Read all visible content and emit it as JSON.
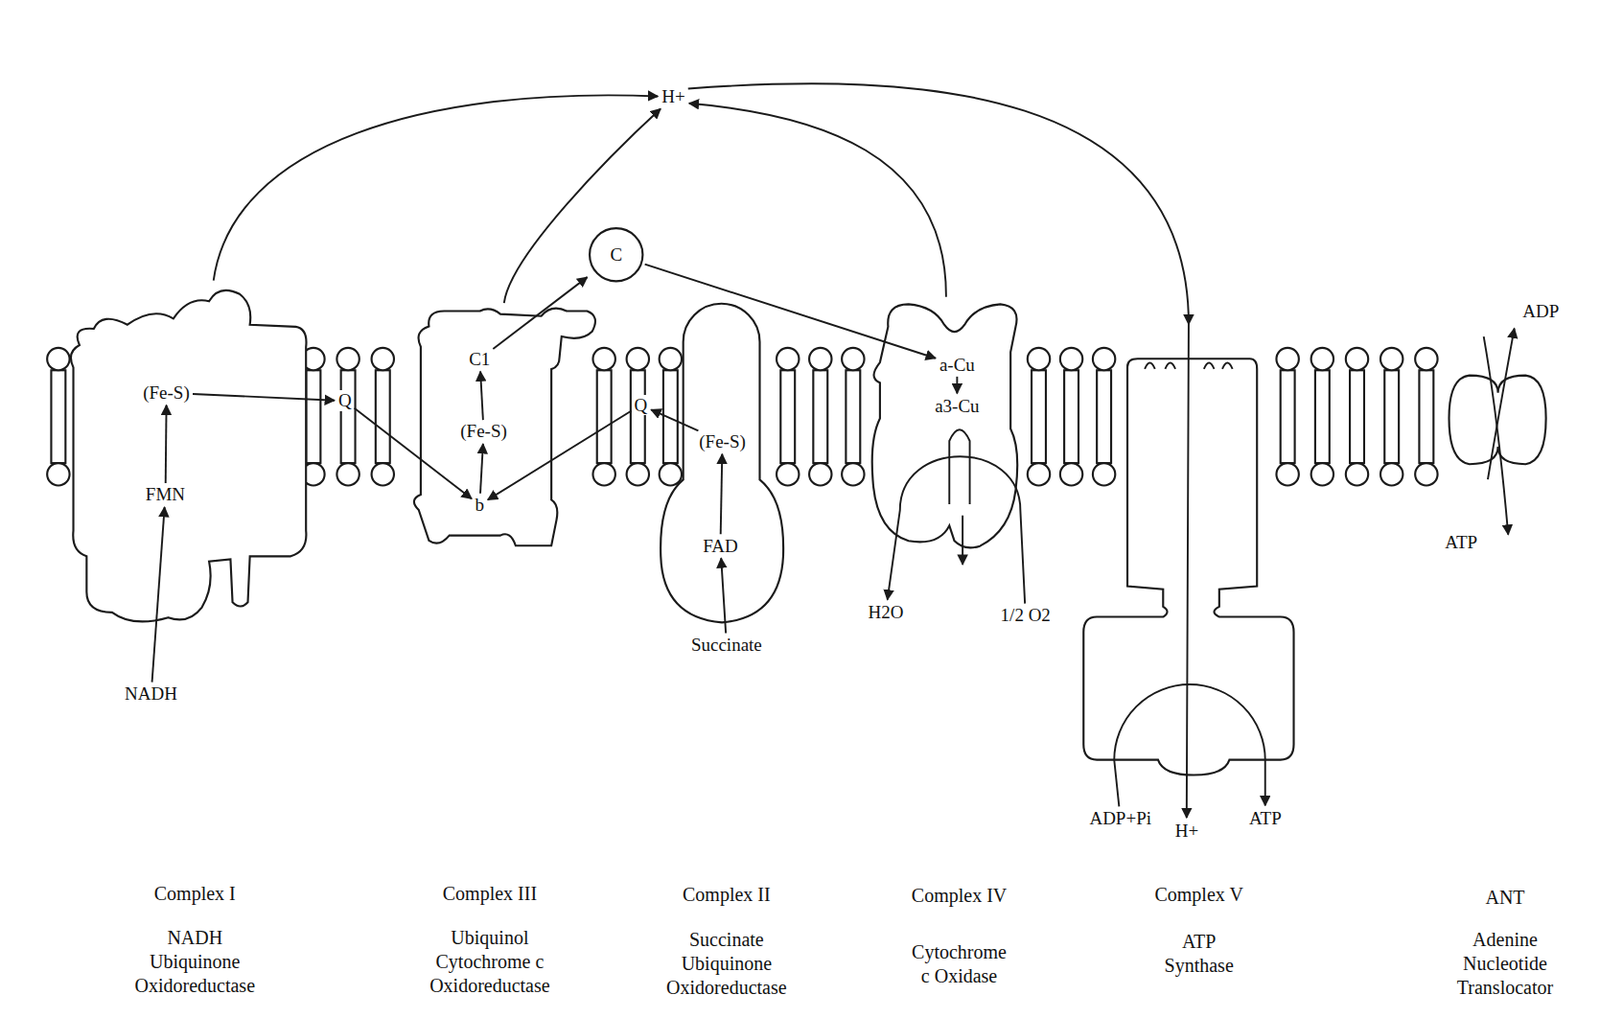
{
  "diagram": {
    "nodes": [
      {
        "text": [
          "H+"
        ]
      },
      {
        "text": [
          "Complex I",
          "NADH Ubiquinone Oxidoreductase"
        ]
      },
      {
        "text": [
          "(Fe-S)"
        ],
        "in": 1
      },
      {
        "text": [
          "FMN"
        ],
        "in": 1
      },
      {
        "text": [
          "NADH"
        ]
      },
      {
        "text": [
          "Q"
        ]
      },
      {
        "text": [
          "Complex III",
          "Ubiquinol Cytochrome c Oxidoreductase"
        ]
      },
      {
        "text": [
          "C1"
        ],
        "in": 6
      },
      {
        "text": [
          "(Fe-S)"
        ],
        "in": 6
      },
      {
        "text": [
          "b"
        ],
        "in": 6
      },
      {
        "text": [
          "C"
        ]
      },
      {
        "text": [
          "Q"
        ]
      },
      {
        "text": [
          "Complex II",
          "Succinate Ubiquinone Oxidoreductase"
        ]
      },
      {
        "text": [
          "(Fe-S)"
        ],
        "in": 12
      },
      {
        "text": [
          "FAD"
        ],
        "in": 12
      },
      {
        "text": [
          "Succinate"
        ]
      },
      {
        "text": [
          "Complex IV",
          "Cytochrome c Oxidase"
        ]
      },
      {
        "text": [
          "a-Cu"
        ],
        "in": 16
      },
      {
        "text": [
          "a3-Cu"
        ],
        "in": 16
      },
      {
        "text": [
          "H2O"
        ]
      },
      {
        "text": [
          "1/2 O2"
        ]
      },
      {
        "text": [
          "Complex V",
          "ATP Synthase"
        ]
      },
      {
        "text": [
          "ADP+Pi"
        ]
      },
      {
        "text": [
          "H+"
        ]
      },
      {
        "text": [
          "ATP"
        ]
      },
      {
        "text": [
          "ANT",
          "Adenine Nucleotide Translocator"
        ]
      }
    ],
    "edges": [
      {
        "from": 4,
        "to": 3,
        "arrow": "to"
      },
      {
        "from": 3,
        "to": 2,
        "arrow": "to"
      },
      {
        "from": 2,
        "to": 5,
        "arrow": "to"
      },
      {
        "from": 5,
        "to": 9,
        "arrow": "to"
      },
      {
        "from": 9,
        "to": 8,
        "arrow": "to"
      },
      {
        "from": 8,
        "to": 7,
        "arrow": "to"
      },
      {
        "from": 7,
        "to": 10,
        "arrow": "to"
      },
      {
        "from": 10,
        "to": 17,
        "arrow": "to"
      },
      {
        "from": 17,
        "to": 18,
        "arrow": "to"
      },
      {
        "from": 15,
        "to": 14,
        "arrow": "to"
      },
      {
        "from": 14,
        "to": 13,
        "arrow": "to"
      },
      {
        "from": 13,
        "to": 11,
        "arrow": "to"
      },
      {
        "from": 11,
        "to": 9,
        "arrow": "to"
      },
      {
        "from": 1,
        "to": 0,
        "arrow": "to"
      },
      {
        "from": 6,
        "to": 0,
        "arrow": "to"
      },
      {
        "from": 16,
        "to": 0,
        "arrow": "to"
      },
      {
        "from": 0,
        "to": 23,
        "arrow": "to"
      },
      {
        "from": 20,
        "to": 19,
        "arrow": "to"
      },
      {
        "from": 22,
        "to": 24,
        "arrow": "to"
      }
    ],
    "labels": [
      "ADP",
      "ATP"
    ]
  }
}
